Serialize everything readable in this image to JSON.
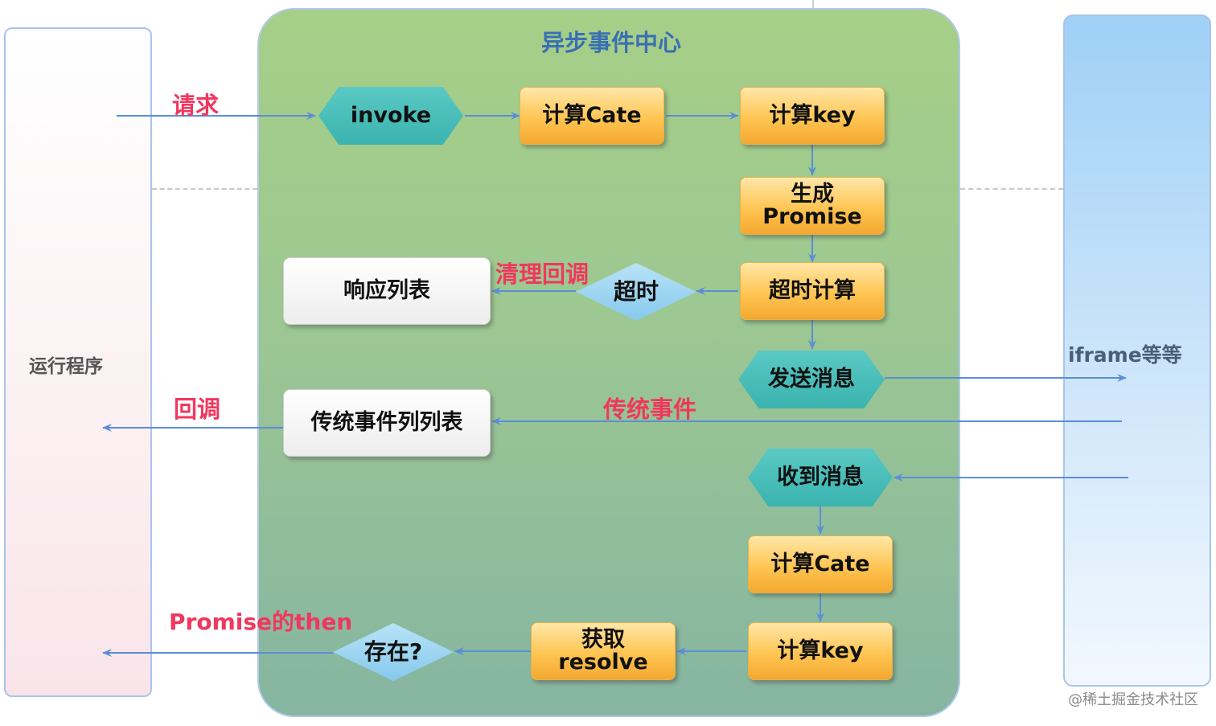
{
  "title": "异步事件中心",
  "lanes": {
    "left": "运行程序",
    "right": "iframe等等"
  },
  "edge_labels": {
    "request": "请求",
    "cleanup_callback": "清理回调",
    "callback": "回调",
    "traditional_event": "传统事件",
    "promise_then": "Promise的then"
  },
  "nodes": {
    "invoke": "invoke",
    "calc_cate_1": "计算Cate",
    "calc_key_1": "计算key",
    "gen_promise_line1": "生成",
    "gen_promise_line2": "Promise",
    "timeout_calc": "超时计算",
    "timeout": "超时",
    "response_list": "响应列表",
    "send_message": "发送消息",
    "traditional_event_list": "传统事件列列表",
    "receive_message": "收到消息",
    "calc_cate_2": "计算Cate",
    "calc_key_2": "计算key",
    "get_resolve_line1": "获取",
    "get_resolve_line2": "resolve",
    "exists": "存在?"
  },
  "watermark": "@稀土掘金技术社区",
  "colors": {
    "lane_border": "#a9c4ec",
    "center_fill": "#a6cf87",
    "arrow": "#5b8ed8",
    "label_red": "#f0375e",
    "title_blue": "#3a6fb3",
    "orange_box": "#ffc552",
    "teal_hexagon": "#3bb3af",
    "blue_diamond": "#86c9ec"
  }
}
